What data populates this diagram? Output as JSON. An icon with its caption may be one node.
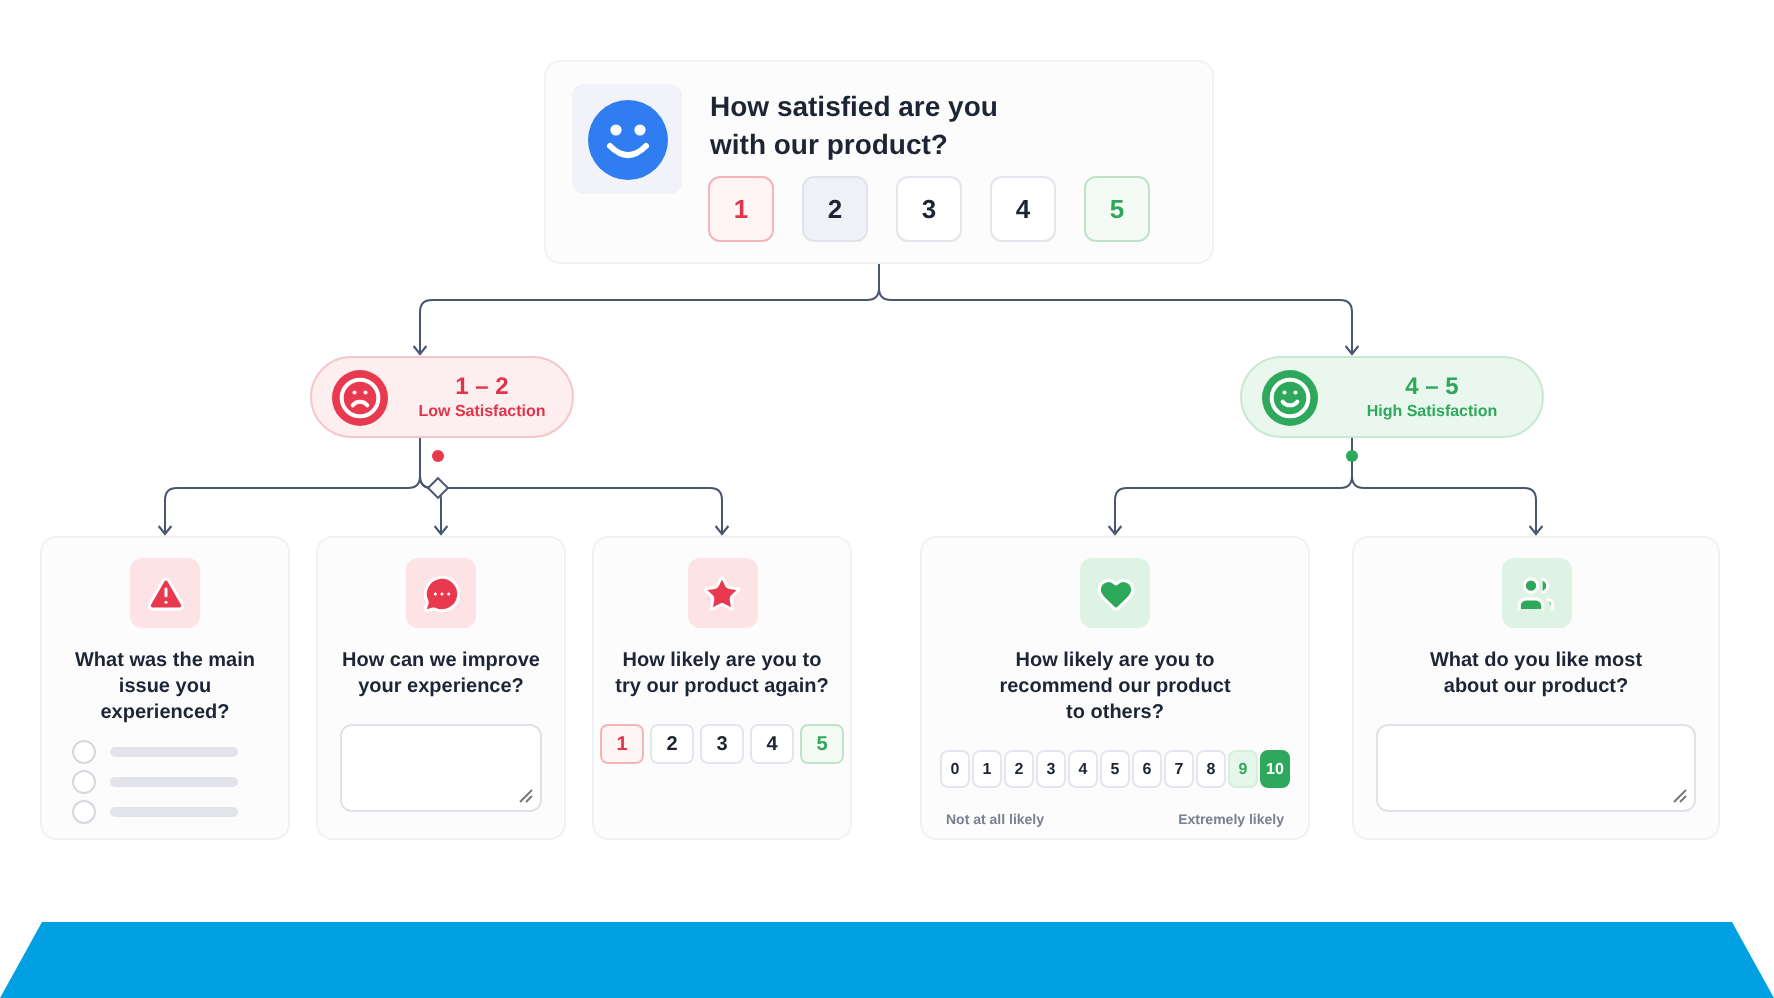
{
  "diagram": {
    "nodes": [
      {
        "text": [
          "How satisfied are you with our product?"
        ]
      },
      {
        "text": [
          "1"
        ],
        "in": 0
      },
      {
        "text": [
          "2"
        ],
        "in": 0
      },
      {
        "text": [
          "3"
        ],
        "in": 0
      },
      {
        "text": [
          "4"
        ],
        "in": 0
      },
      {
        "text": [
          "5"
        ],
        "in": 0
      },
      {
        "text": [
          "1 – 2",
          "Low Satisfaction"
        ]
      },
      {
        "text": [
          "4 – 5",
          "High Satisfaction"
        ]
      },
      {
        "text": [
          "What was the main issue you experienced?"
        ]
      },
      {
        "text": [
          "How can we improve your experience?"
        ]
      },
      {
        "text": [
          "How likely are you to try our product again?"
        ]
      },
      {
        "text": [
          "1"
        ],
        "in": 10
      },
      {
        "text": [
          "2"
        ],
        "in": 10
      },
      {
        "text": [
          "3"
        ],
        "in": 10
      },
      {
        "text": [
          "4"
        ],
        "in": 10
      },
      {
        "text": [
          "5"
        ],
        "in": 10
      },
      {
        "text": [
          "How likely are you to recommend our product to others?",
          "Not at all likely",
          "Extremely likely"
        ]
      },
      {
        "text": [
          "0"
        ],
        "in": 16
      },
      {
        "text": [
          "1"
        ],
        "in": 16
      },
      {
        "text": [
          "2"
        ],
        "in": 16
      },
      {
        "text": [
          "3"
        ],
        "in": 16
      },
      {
        "text": [
          "4"
        ],
        "in": 16
      },
      {
        "text": [
          "5"
        ],
        "in": 16
      },
      {
        "text": [
          "6"
        ],
        "in": 16
      },
      {
        "text": [
          "7"
        ],
        "in": 16
      },
      {
        "text": [
          "8"
        ],
        "in": 16
      },
      {
        "text": [
          "9"
        ],
        "in": 16
      },
      {
        "text": [
          "10"
        ],
        "in": 16
      },
      {
        "text": [
          "What do you like most about our product?"
        ]
      }
    ],
    "edges": [
      {
        "from": 0,
        "to": 6,
        "arrow": "to"
      },
      {
        "from": 0,
        "to": 7,
        "arrow": "to"
      },
      {
        "from": 6,
        "to": 8,
        "arrow": "to"
      },
      {
        "from": 6,
        "to": 9,
        "arrow": "to"
      },
      {
        "from": 6,
        "to": 10,
        "arrow": "to"
      },
      {
        "from": 7,
        "to": 16,
        "arrow": "to"
      },
      {
        "from": 7,
        "to": 28,
        "arrow": "to"
      }
    ]
  }
}
